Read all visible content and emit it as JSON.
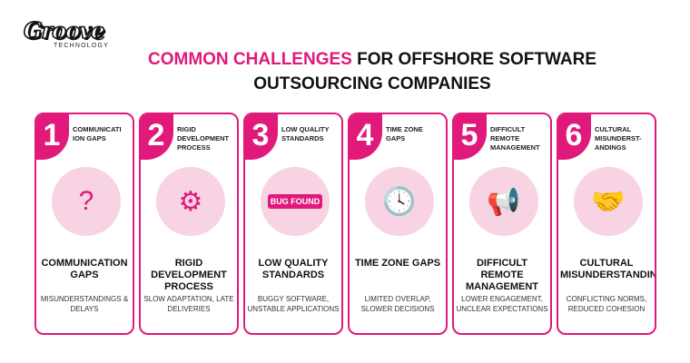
{
  "logo": {
    "word": "Groove",
    "sub": "TECHNOLOGY"
  },
  "title": {
    "highlight": "COMMON CHALLENGES",
    "rest": " FOR OFFSHORE SOFTWARE",
    "line2": "OUTSOURCING COMPANIES"
  },
  "colors": {
    "accent": "#e0197a",
    "illustration_bg": "#f7d3e3"
  },
  "cards": [
    {
      "number": "1",
      "header": "COMMUNICATI ION GAPS",
      "icon": "speech-bubbles-icon",
      "glyph": "?",
      "name": "COMMUNICATION GAPS",
      "desc": "MISUNDERSTANDINGS & DELAYS"
    },
    {
      "number": "2",
      "header": "RIGID DEVELOPMENT PROCESS",
      "icon": "gears-icon",
      "glyph": "⚙",
      "name": "RIGID DEVELOPMENT PROCESS",
      "desc": "SLOW ADAPTATION, LATE DELIVERIES"
    },
    {
      "number": "3",
      "header": "LOW QUALITY STANDARDS",
      "icon": "bug-found-icon",
      "glyph": "BUG FOUND",
      "name": "LOW QUALITY STANDARDS",
      "desc": "BUGGY SOFTWARE, UNSTABLE APPLICATIONS"
    },
    {
      "number": "4",
      "header": "TIME ZONE GAPS",
      "icon": "clocks-icon",
      "glyph": "🕓",
      "name": "TIME ZONE GAPS",
      "desc": "LIMITED OVERLAP, SLOWER DECISIONS"
    },
    {
      "number": "5",
      "header": "DIFFICULT REMOTE MANAGEMENT",
      "icon": "video-calls-icon",
      "glyph": "📢",
      "name": "DIFFICULT REMOTE MANAGEMENT",
      "desc": "LOWER ENGAGEMENT, UNCLEAR EXPECTATIONS"
    },
    {
      "number": "6",
      "header": "CULTURAL MISUNDERST-ANDINGS",
      "icon": "handshake-icon",
      "glyph": "🤝",
      "name": "CULTURAL MISUNDERSTANDINGS",
      "desc": "CONFLICTING NORMS, REDUCED COHESION"
    }
  ]
}
